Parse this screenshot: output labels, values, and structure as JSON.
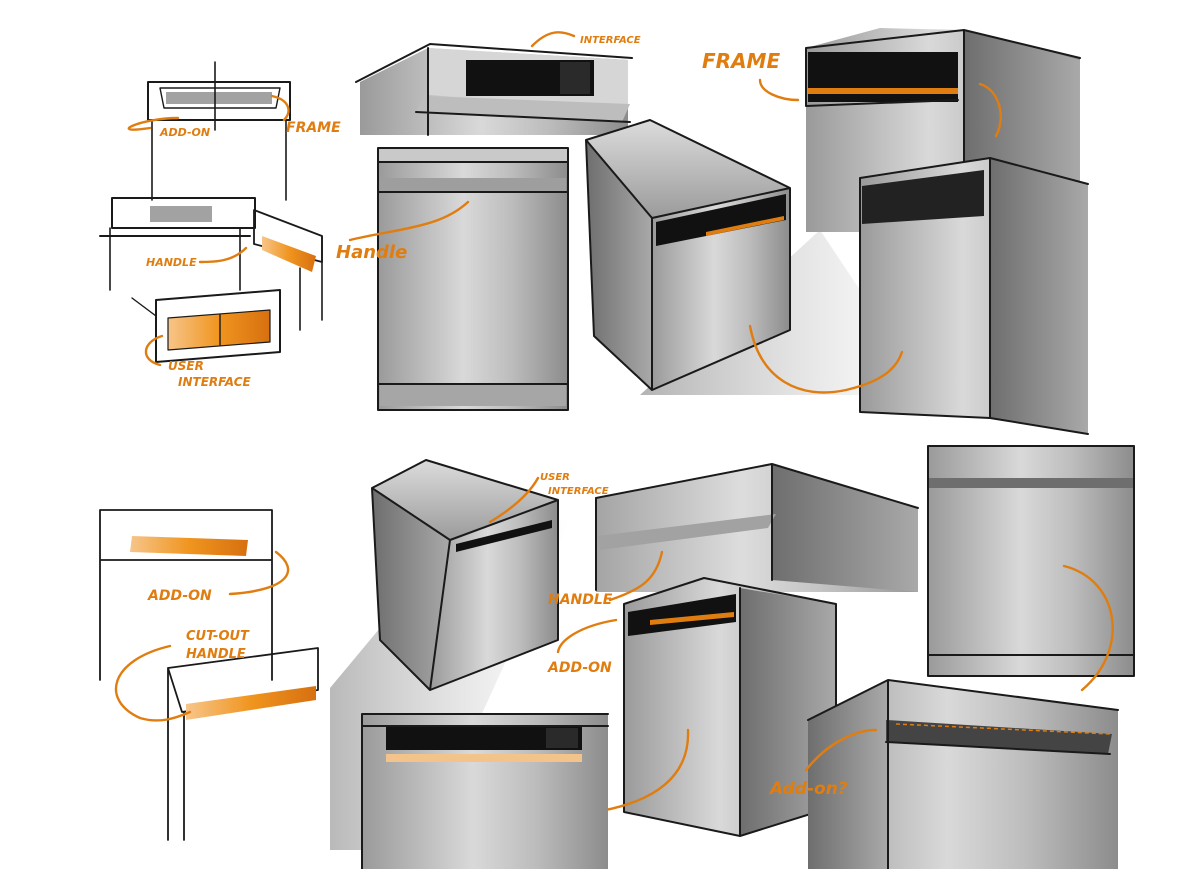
{
  "palette": {
    "accent_orange": "#e07d10",
    "ink": "#1a1a1a",
    "metal_light": "#e6e6e6",
    "metal_mid": "#b5b5b5",
    "metal_dark": "#7a7a7a",
    "panel_black": "#111111"
  },
  "annotations": {
    "interface_top": "INTERFACE",
    "frame_top": "FRAME",
    "addon_small": "ADD-ON",
    "frame_small": "FRAME",
    "handle_small": "HANDLE",
    "handle_script": "Handle",
    "user_interface_1": "USER",
    "user_interface_2": "INTERFACE",
    "user_interface_b1": "USER",
    "user_interface_b2": "INTERFACE",
    "addon_bottom_left": "ADD-ON",
    "cutout_1": "CUT-OUT",
    "cutout_2": "HANDLE",
    "handle_bottom": "HANDLE",
    "addon_bottom_mid": "ADD-ON",
    "addon_question": "Add-on?"
  }
}
